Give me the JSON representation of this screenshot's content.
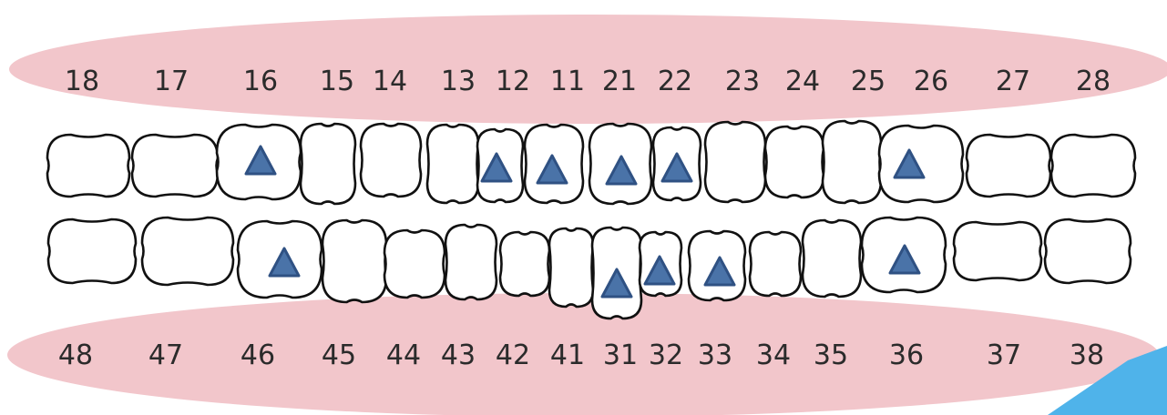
{
  "colors": {
    "gum": "#f2c6cb",
    "marker": "#4a73a8",
    "marker_edge": "#2f5183",
    "tooth_fill": "#ffffff",
    "tooth_stroke": "#111111",
    "corner_accent": "#4fb3ea"
  },
  "upper_row": [
    {
      "number": "18",
      "marked": false
    },
    {
      "number": "17",
      "marked": false
    },
    {
      "number": "16",
      "marked": true
    },
    {
      "number": "15",
      "marked": false
    },
    {
      "number": "14",
      "marked": false
    },
    {
      "number": "13",
      "marked": false
    },
    {
      "number": "12",
      "marked": true
    },
    {
      "number": "11",
      "marked": true
    },
    {
      "number": "21",
      "marked": true
    },
    {
      "number": "22",
      "marked": true
    },
    {
      "number": "23",
      "marked": false
    },
    {
      "number": "24",
      "marked": false
    },
    {
      "number": "25",
      "marked": false
    },
    {
      "number": "26",
      "marked": true
    },
    {
      "number": "27",
      "marked": false
    },
    {
      "number": "28",
      "marked": false
    }
  ],
  "lower_row": [
    {
      "number": "48",
      "marked": false
    },
    {
      "number": "47",
      "marked": false
    },
    {
      "number": "46",
      "marked": true
    },
    {
      "number": "45",
      "marked": false
    },
    {
      "number": "44",
      "marked": false
    },
    {
      "number": "43",
      "marked": false
    },
    {
      "number": "42",
      "marked": false
    },
    {
      "number": "41",
      "marked": false
    },
    {
      "number": "31",
      "marked": true
    },
    {
      "number": "32",
      "marked": true
    },
    {
      "number": "33",
      "marked": true
    },
    {
      "number": "34",
      "marked": false
    },
    {
      "number": "35",
      "marked": false
    },
    {
      "number": "36",
      "marked": true
    },
    {
      "number": "37",
      "marked": false
    },
    {
      "number": "38",
      "marked": false
    }
  ]
}
